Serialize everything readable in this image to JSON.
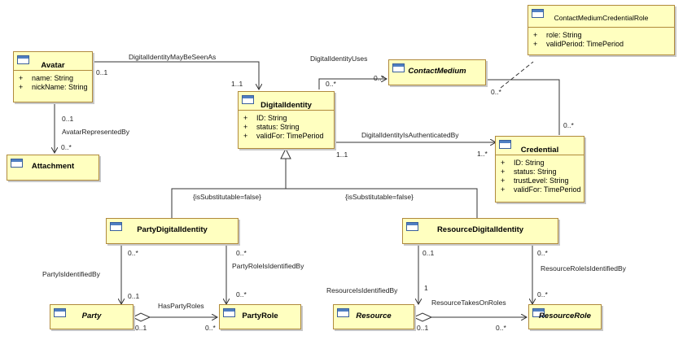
{
  "classes": {
    "avatar": {
      "name": "Avatar",
      "attrs": [
        {
          "vis": "+",
          "text": "name: String"
        },
        {
          "vis": "+",
          "text": "nickName: String"
        }
      ]
    },
    "attachment": {
      "name": "Attachment"
    },
    "digital_identity": {
      "name": "DigitalIdentity",
      "attrs": [
        {
          "vis": "+",
          "text": "ID: String"
        },
        {
          "vis": "+",
          "text": "status: String"
        },
        {
          "vis": "+",
          "text": "validFor: TimePeriod"
        }
      ]
    },
    "contact_medium": {
      "name": "ContactMedium"
    },
    "cmcr": {
      "name": "ContactMediumCredentialRole",
      "attrs": [
        {
          "vis": "+",
          "text": "role: String"
        },
        {
          "vis": "+",
          "text": "validPeriod: TimePeriod"
        }
      ]
    },
    "credential": {
      "name": "Credential",
      "attrs": [
        {
          "vis": "+",
          "text": "ID: String"
        },
        {
          "vis": "+",
          "text": "status: String"
        },
        {
          "vis": "+",
          "text": "trustLevel: String"
        },
        {
          "vis": "+",
          "text": "validFor: TimePeriod"
        }
      ]
    },
    "party_di": {
      "name": "PartyDigitalIdentity"
    },
    "resource_di": {
      "name": "ResourceDigitalIdentity"
    },
    "party": {
      "name": "Party"
    },
    "party_role": {
      "name": "PartyRole"
    },
    "resource": {
      "name": "Resource"
    },
    "resource_role": {
      "name": "ResourceRole"
    }
  },
  "labels": {
    "di_may_be_seen_as": "DigitalIdentityMayBeSeenAs",
    "avatar_mult": "0..1",
    "di_mult_avatar": "1..1",
    "avatar_represented_by": "AvatarRepresentedBy",
    "attach_mult_top": "0..1",
    "attach_mult_bottom": "0..*",
    "di_uses": "DigitalIdentityUses",
    "uses_mult_left": "0..*",
    "uses_mult_right": "0..*",
    "cm_mult": "0..*",
    "cred_mult_top": "0..*",
    "di_authenticated_by": "DigitalIdentityIsAuthenticatedBy",
    "auth_mult_left": "1..1",
    "auth_mult_right": "1..*",
    "substitutable_left": "{isSubstitutable=false}",
    "substitutable_right": "{isSubstitutable=false}",
    "party_identified_by": "PartyIsIdentifiedBy",
    "pdi_mult_left": "0..*",
    "party_mult": "0..1",
    "party_role_identified_by": "PartyRoleIsIdentifiedBy",
    "pdi_mult_right": "0..*",
    "prole_mult_top": "0..*",
    "has_party_roles": "HasPartyRoles",
    "party_mult_bottom": "0..1",
    "prole_mult_left": "0..*",
    "resource_identified_by": "ResourceIsIdentifiedBy",
    "rdi_mult_left": "0..1",
    "resource_mult_top": "1",
    "resource_role_identified_by": "ResourceRoleIsIdentifiedBy",
    "rdi_mult_right": "0..*",
    "rrole_mult_top": "0..*",
    "resource_takes_on_roles": "ResourceTakesOnRoles",
    "resource_mult_bottom": "0..1",
    "rrole_mult_left": "0..*"
  }
}
